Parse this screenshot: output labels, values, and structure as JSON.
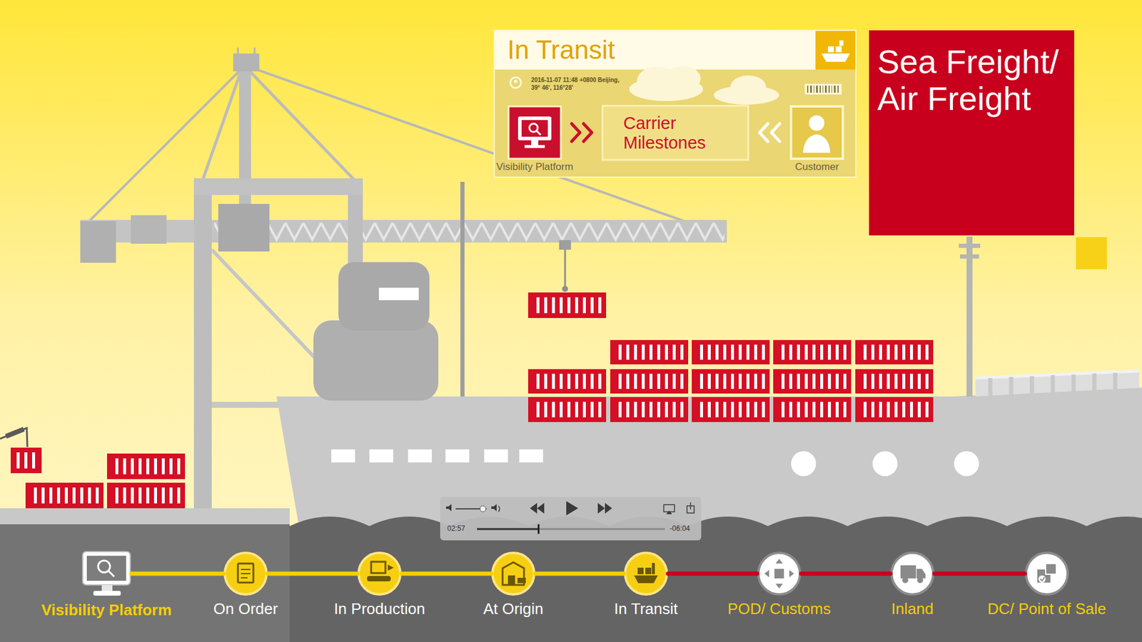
{
  "diagram": {
    "nodes": [
      {
        "text": [
          "In Transit",
          "2016-11-07 11:48 +0800 Beijing, 39° 46', 116°28'"
        ]
      },
      {
        "text": [
          "Visibility Platform"
        ],
        "in": 0
      },
      {
        "text": [
          "Carrier Milestones"
        ],
        "in": 0
      },
      {
        "text": [
          "Customer"
        ],
        "in": 0
      },
      {
        "text": [
          "Sea Freight/ Air Freight"
        ]
      },
      {
        "text": [
          "Visibility Platform"
        ]
      },
      {
        "text": [
          "On Order"
        ]
      },
      {
        "text": [
          "In Production"
        ]
      },
      {
        "text": [
          "At Origin"
        ]
      },
      {
        "text": [
          "In Transit"
        ]
      },
      {
        "text": [
          "POD/ Customs"
        ]
      },
      {
        "text": [
          "Inland"
        ]
      },
      {
        "text": [
          "DC/ Point of Sale"
        ]
      }
    ],
    "edges": [
      {
        "from": 1,
        "to": 2,
        "arrow": "to"
      },
      {
        "from": 3,
        "to": 2,
        "arrow": "to"
      },
      {
        "from": 5,
        "to": 6,
        "arrow": "none"
      },
      {
        "from": 6,
        "to": 7,
        "arrow": "none"
      },
      {
        "from": 7,
        "to": 8,
        "arrow": "none"
      },
      {
        "from": 8,
        "to": 9,
        "arrow": "none"
      },
      {
        "from": 9,
        "to": 10,
        "arrow": "none"
      },
      {
        "from": 10,
        "to": 11,
        "arrow": "none"
      },
      {
        "from": 11,
        "to": 12,
        "arrow": "none"
      }
    ],
    "labels": [
      "02:57",
      "-06:04"
    ]
  }
}
